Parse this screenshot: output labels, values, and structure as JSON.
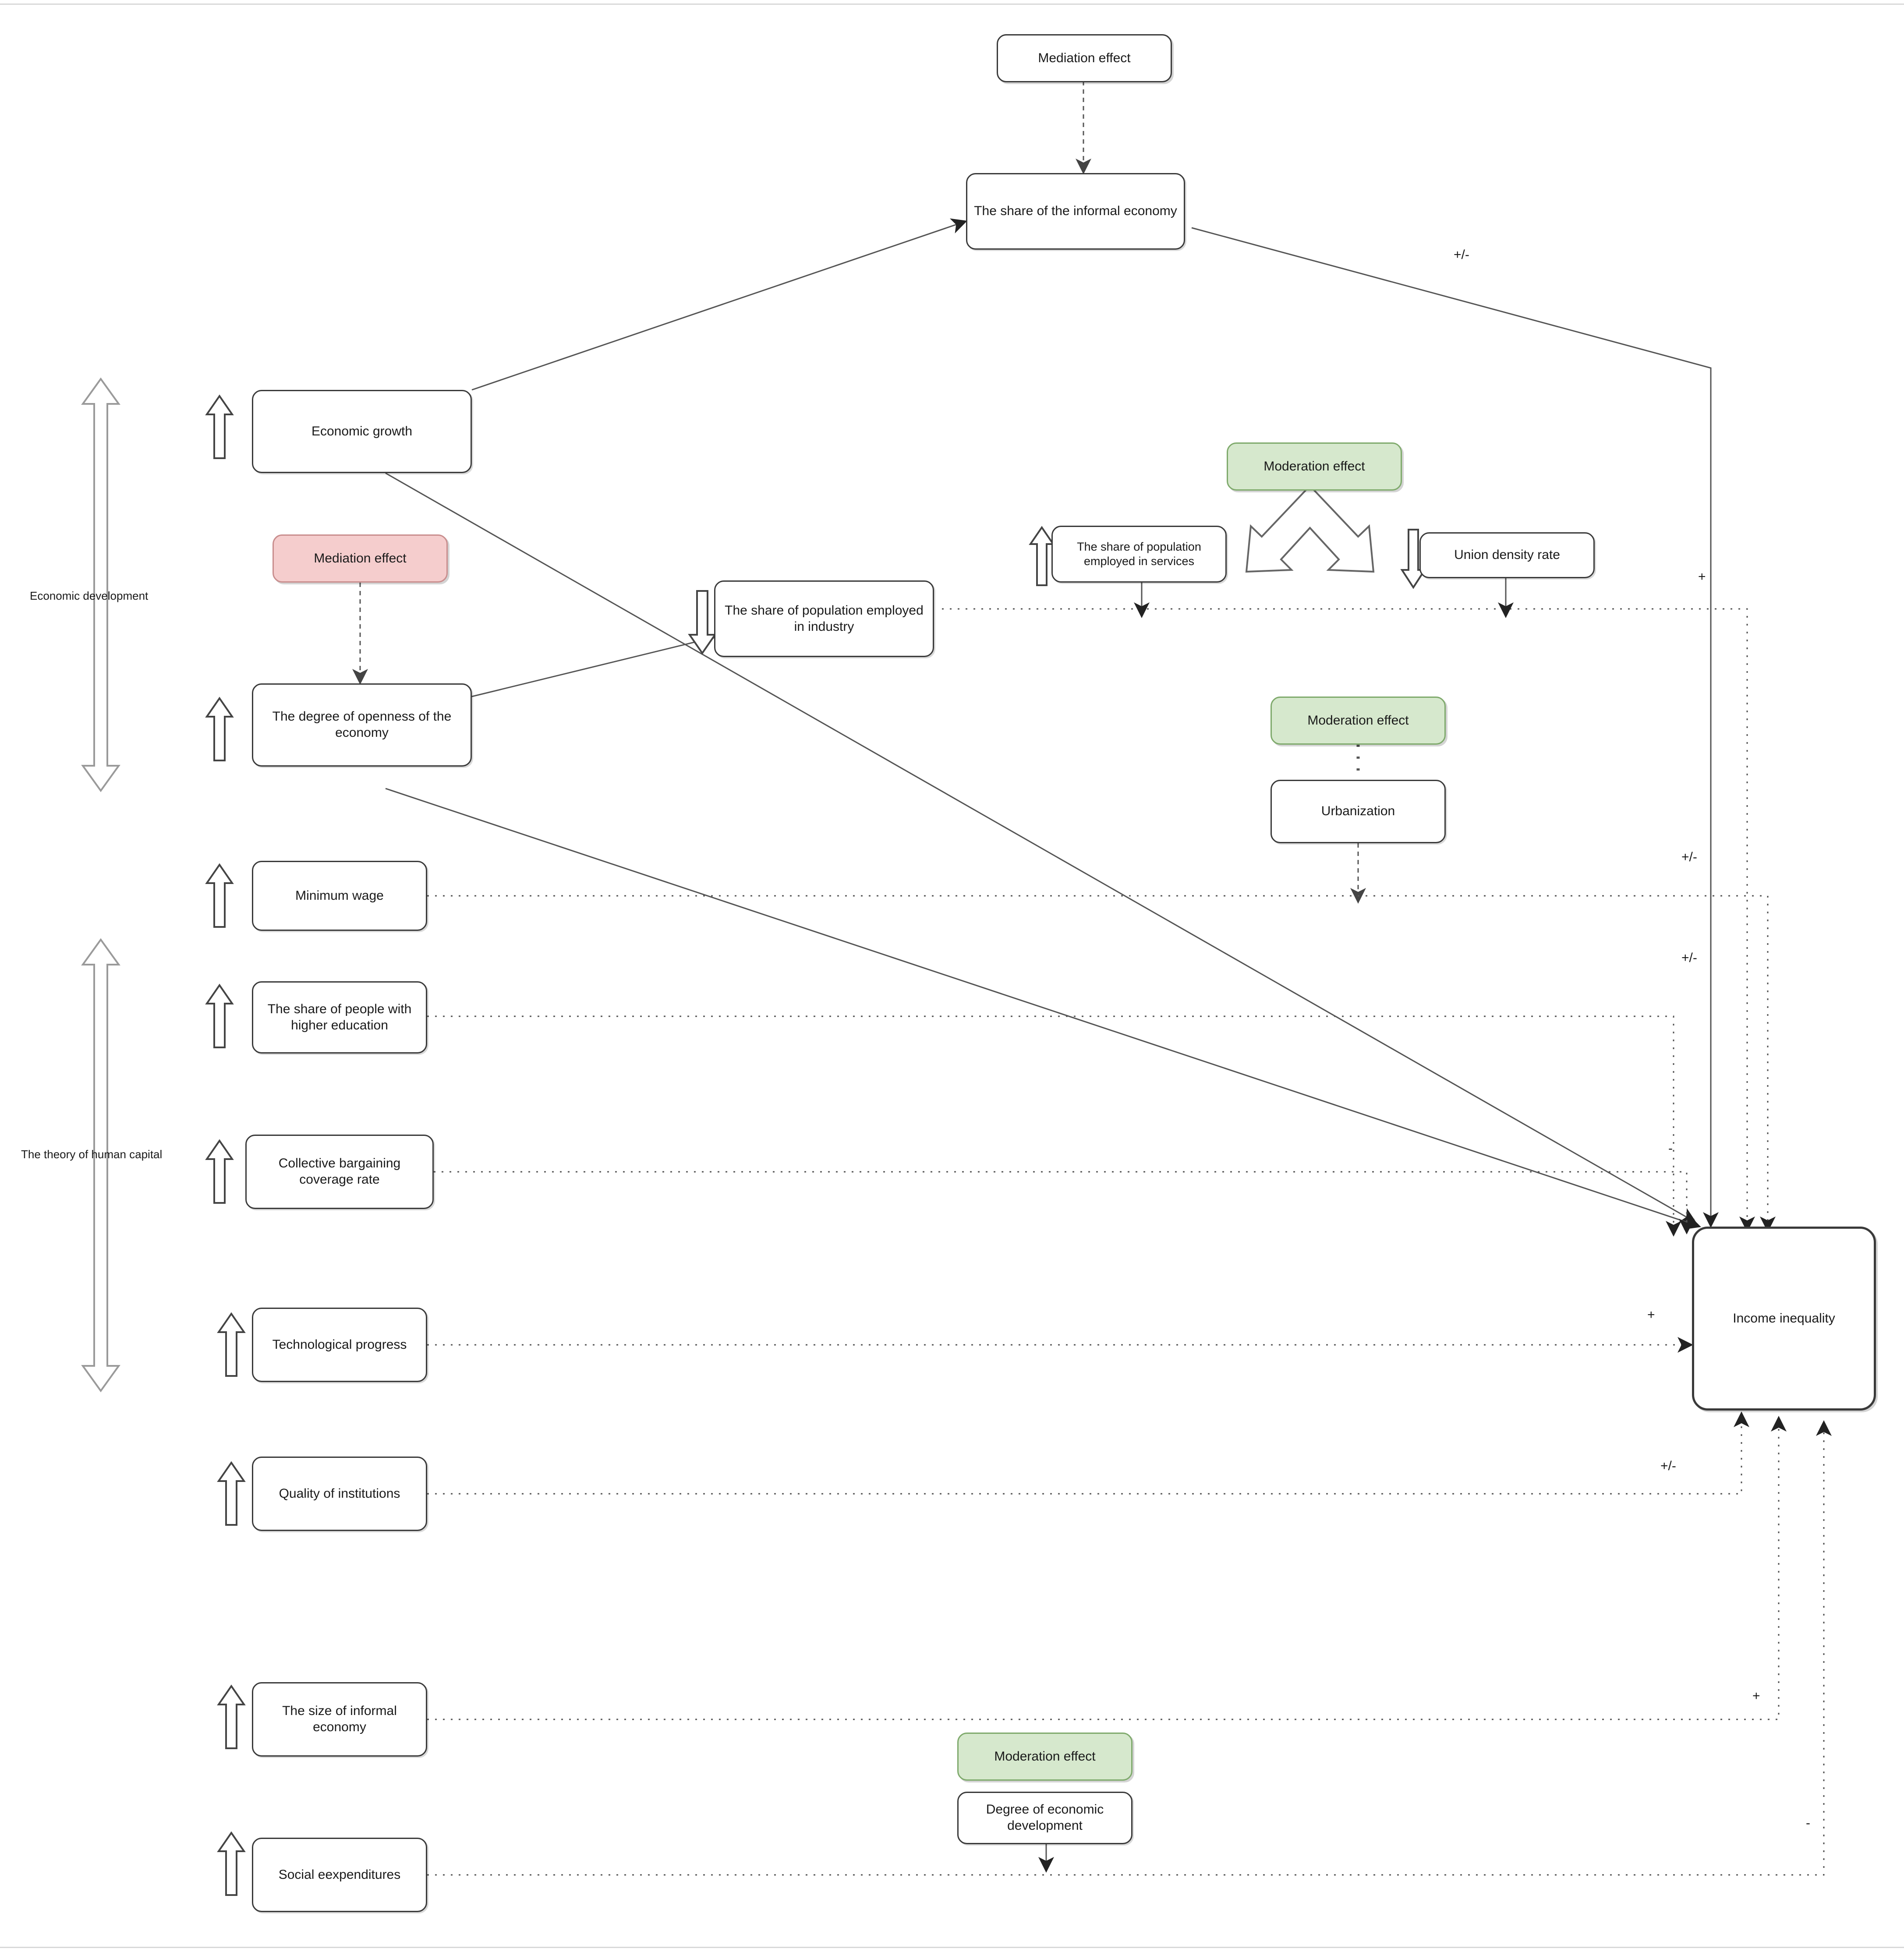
{
  "diagram": {
    "title_present": false,
    "background": "#ffffff",
    "colors": {
      "mediation_fill": "#f5cdcd",
      "mediation_border": "#c98e8e",
      "moderation_fill": "#d6e8cd",
      "moderation_border": "#7faa6c",
      "node_border": "#3a3a3a",
      "node_fill": "#ffffff",
      "edge": "#555555",
      "frame": "#d9d9d9"
    },
    "group_labels": [
      {
        "id": "economic-development",
        "text": "Economic development"
      },
      {
        "id": "theory-human-capital",
        "text": "The theory of human capital"
      }
    ],
    "effect_badges": [
      {
        "id": "mediation-top",
        "text": "Mediation effect",
        "kind": "mediation"
      },
      {
        "id": "mediation-openness",
        "text": "Mediation effect",
        "kind": "mediation"
      },
      {
        "id": "moderation-services-union",
        "text": "Moderation effect",
        "kind": "moderation"
      },
      {
        "id": "moderation-urbanization",
        "text": "Moderation effect",
        "kind": "moderation"
      },
      {
        "id": "moderation-degree-dev",
        "text": "Moderation effect",
        "kind": "moderation"
      }
    ],
    "nodes": [
      {
        "id": "informal-economy-share",
        "text": "The share of  the informal economy"
      },
      {
        "id": "economic-growth",
        "text": "Economic growth",
        "direction": "up"
      },
      {
        "id": "openness-of-economy",
        "text": "The degree of openness of the economy",
        "direction": "up"
      },
      {
        "id": "employed-industry",
        "text": "The share of population employed in industry",
        "direction": "down"
      },
      {
        "id": "employed-services",
        "text": "The share of population employed in services",
        "direction": "up"
      },
      {
        "id": "union-density-rate",
        "text": "Union density rate",
        "direction": "down"
      },
      {
        "id": "urbanization",
        "text": "Urbanization"
      },
      {
        "id": "minimum-wage",
        "text": "Minimum wage",
        "direction": "up"
      },
      {
        "id": "higher-education-share",
        "text": "The share of people with higher education",
        "direction": "up"
      },
      {
        "id": "collective-bargaining",
        "text": "Collective bargaining coverage rate",
        "direction": "up"
      },
      {
        "id": "technological-progress",
        "text": "Technological progress",
        "direction": "up"
      },
      {
        "id": "quality-of-institutions",
        "text": "Quality of institutions",
        "direction": "up"
      },
      {
        "id": "size-informal-economy",
        "text": "The size of informal economy",
        "direction": "up"
      },
      {
        "id": "social-expenditures",
        "text": "Social eexpenditures",
        "direction": "up"
      },
      {
        "id": "degree-economic-development",
        "text": "Degree of economic development"
      },
      {
        "id": "income-inequality",
        "text": "Income inequality"
      }
    ],
    "edge_signs": [
      {
        "id": "sign-informal-to-inequality",
        "text": "+/-"
      },
      {
        "id": "sign-services-union",
        "text": "+"
      },
      {
        "id": "sign-minimum-wage",
        "text": "+/-"
      },
      {
        "id": "sign-higher-education",
        "text": "+/-"
      },
      {
        "id": "sign-collective-bargaining",
        "text": "-"
      },
      {
        "id": "sign-technological-progress",
        "text": "+"
      },
      {
        "id": "sign-quality-institutions",
        "text": "+/-"
      },
      {
        "id": "sign-size-informal-economy",
        "text": "+"
      },
      {
        "id": "sign-social-expenditures",
        "text": "-"
      }
    ]
  }
}
